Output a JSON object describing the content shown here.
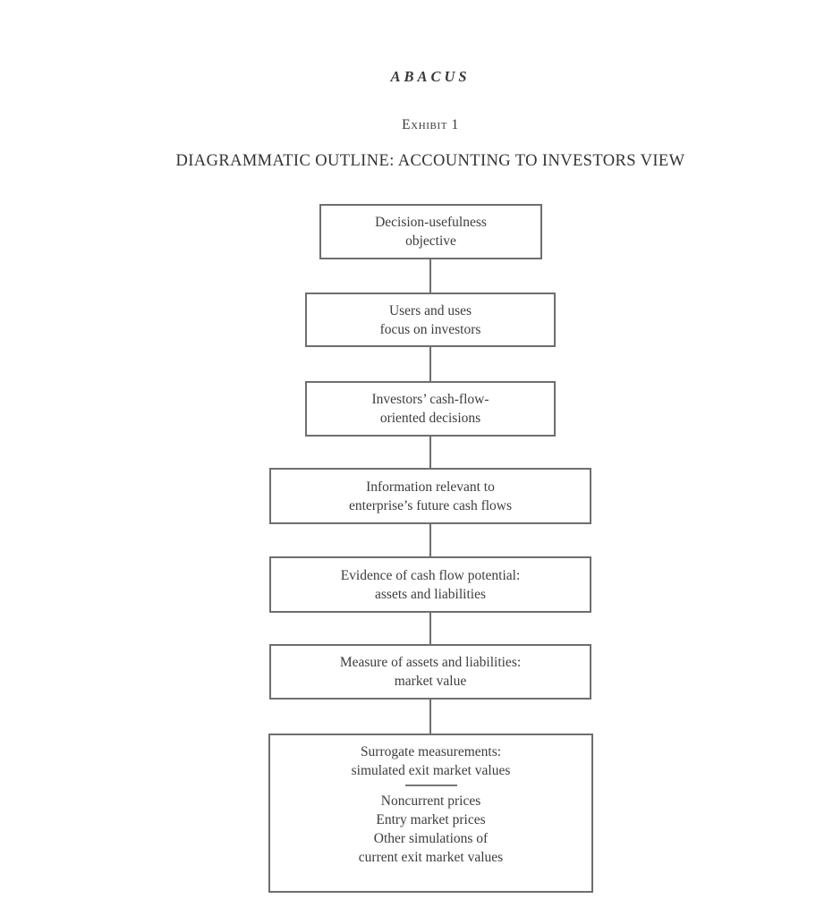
{
  "colors": {
    "ink": "#3d3d3d",
    "rule": "#6e6e6e",
    "background": "#ffffff"
  },
  "header": {
    "journal": "ABACUS",
    "exhibit": "Exhibit 1",
    "title": "DIAGRAMMATIC OUTLINE: ACCOUNTING TO INVESTORS VIEW"
  },
  "flowchart": {
    "boxes": [
      {
        "name": "decision-usefulness-objective",
        "lines": [
          "Decision-usefulness",
          "objective"
        ]
      },
      {
        "name": "users-and-uses",
        "lines": [
          "Users and uses",
          "focus on investors"
        ]
      },
      {
        "name": "investors-cash-flow-oriented-decisions",
        "lines": [
          "Investors’ cash-flow-",
          "oriented decisions"
        ]
      },
      {
        "name": "information-relevant-to-future-cash-flows",
        "lines": [
          "Information relevant to",
          "enterprise’s future cash flows"
        ]
      },
      {
        "name": "evidence-of-cash-flow-potential",
        "lines": [
          "Evidence of cash flow potential:",
          "assets and liabilities"
        ]
      },
      {
        "name": "measure-of-assets-and-liabilities",
        "lines": [
          "Measure of assets and liabilities:",
          "market value"
        ]
      },
      {
        "name": "surrogate-measurements",
        "lines": [
          "Surrogate measurements:",
          "simulated exit market values",
          "Noncurrent prices",
          "Entry market prices",
          "Other simulations of",
          "current exit market values"
        ]
      }
    ]
  }
}
